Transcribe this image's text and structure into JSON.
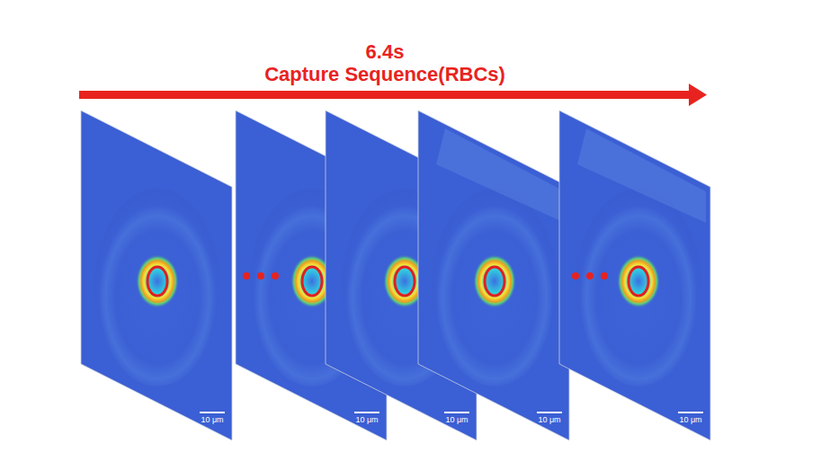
{
  "diagram": {
    "labels": [
      "6.4s",
      "Capture Sequence(RBCs)",
      "10 μm",
      "10 μm",
      "10 μm",
      "10 μm",
      "10 μm"
    ]
  }
}
